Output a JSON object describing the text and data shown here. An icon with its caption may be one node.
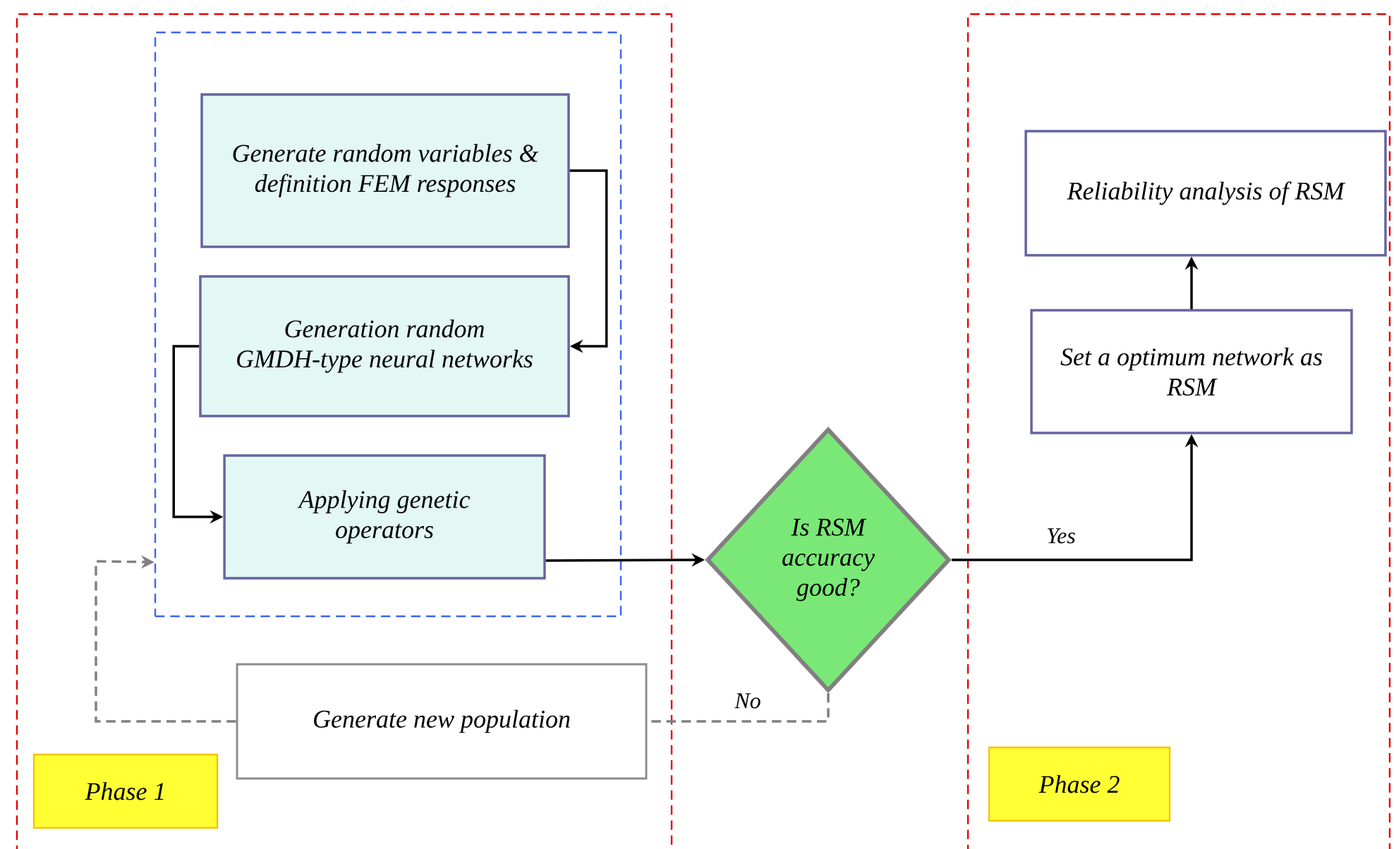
{
  "diagram": {
    "nodes": [
      {
        "text": [],
        "shape": "box"
      },
      {
        "text": [],
        "shape": "box",
        "in": 0
      },
      {
        "text": [
          "Generate random variables & definition FEM responses"
        ],
        "in": 1
      },
      {
        "text": [
          "Generation random GMDH-type neural networks"
        ],
        "in": 1
      },
      {
        "text": [
          "Applying genetic operators"
        ],
        "in": 1
      },
      {
        "text": [
          "Generate new population"
        ],
        "in": 0
      },
      {
        "text": [
          "Phase 1"
        ],
        "in": 0
      },
      {
        "text": [
          "Is RSM accuracy good?"
        ]
      },
      {
        "text": [],
        "shape": "box"
      },
      {
        "text": [
          "Reliability analysis of RSM"
        ],
        "in": 8
      },
      {
        "text": [
          "Set a optimum network as RSM"
        ],
        "in": 8
      },
      {
        "text": [
          "Phase 2"
        ],
        "in": 8
      }
    ],
    "edges": [
      {
        "from": 2,
        "to": 3,
        "arrow": "to"
      },
      {
        "from": 3,
        "to": 4,
        "arrow": "to"
      },
      {
        "from": 4,
        "to": 7,
        "arrow": "to"
      },
      {
        "from": 7,
        "to": 10,
        "arrow": "to",
        "label": "Yes"
      },
      {
        "from": 10,
        "to": 9,
        "arrow": "to"
      },
      {
        "from": 7,
        "to": 5,
        "arrow": "none",
        "label": "No",
        "style": "dashed",
        "color": "#808080"
      },
      {
        "from": 5,
        "to": 1,
        "arrow": "to",
        "style": "dashed",
        "color": "#808080"
      }
    ]
  }
}
